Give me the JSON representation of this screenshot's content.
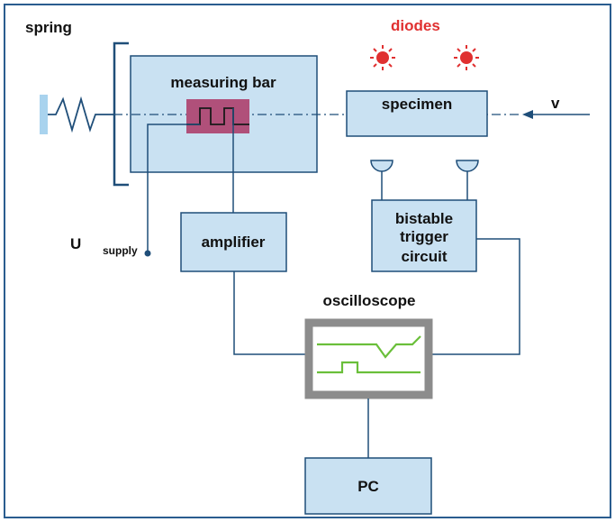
{
  "labels": {
    "spring": "spring",
    "diodes": "diodes",
    "measuring_bar": "measuring bar",
    "specimen": "specimen",
    "velocity": "v",
    "supply_main": "U",
    "supply_sub": "supply",
    "amplifier": "amplifier",
    "trigger_line1": "bistable",
    "trigger_line2": "trigger",
    "trigger_line3": "circuit",
    "oscilloscope": "oscilloscope",
    "pc": "PC"
  },
  "colors": {
    "frame": "#2a5d8f",
    "box_fill": "#c9e1f2",
    "box_stroke": "#1f4e79",
    "line": "#1f4e79",
    "gauge": "#b0507a",
    "diode": "#e03030",
    "diodes_label": "#e03030",
    "scope_frame": "#8c8c8c",
    "trace": "#6abf3a",
    "spring_mount": "#a9d3ee"
  },
  "icons": {
    "diode": "red-sun-diode-icon",
    "sensor": "photo-sensor-icon"
  }
}
